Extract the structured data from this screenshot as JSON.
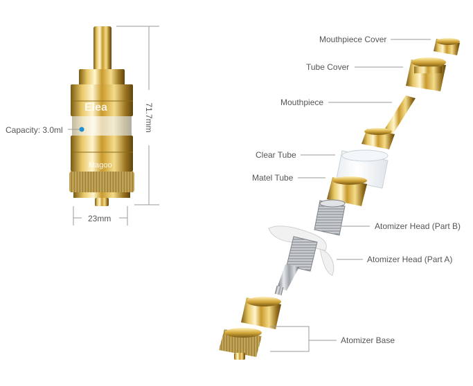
{
  "dimensions": {
    "capacity": "Capacity: 3.0ml",
    "height": "71.7mm",
    "width": "23mm"
  },
  "brand": {
    "body_top": "Elea",
    "body_bottom": "Magoo"
  },
  "parts": {
    "mouthpiece_cover": "Mouthpiece Cover",
    "tube_cover": "Tube Cover",
    "mouthpiece": "Mouthpiece",
    "clear_tube": "Clear Tube",
    "matel_tube": "Matel Tube",
    "atomizer_head_b": "Atomizer Head (Part B)",
    "atomizer_head_a": "Atomizer Head (Part A)",
    "atomizer_base": "Atomizer Base"
  },
  "colors": {
    "gold": "#d8b24a",
    "gold_dark": "#8a6a1c",
    "gold_light": "#fff3c4",
    "steel": "#b9bdc2",
    "line": "#9a9a9a",
    "text": "#555555",
    "accent": "#1a8fd6"
  }
}
